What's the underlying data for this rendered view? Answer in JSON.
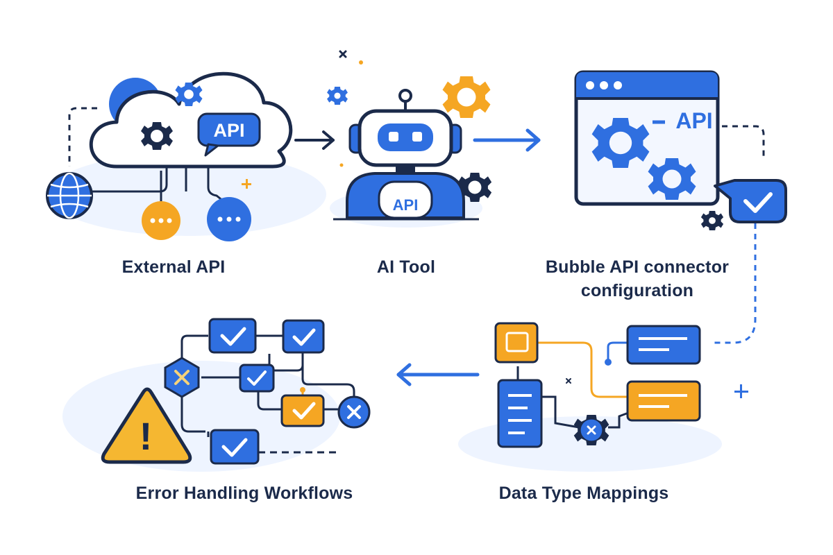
{
  "steps": {
    "external_api": {
      "label": "External API",
      "badge": "API"
    },
    "ai_tool": {
      "label": "AI Tool",
      "badge": "API"
    },
    "bubble_connector": {
      "label_line1": "Bubble API connector",
      "label_line2": "configuration",
      "badge": "API"
    },
    "data_type_mappings": {
      "label": "Data Type Mappings"
    },
    "error_handling": {
      "label": "Error Handling Workflows",
      "warning_symbol": "!"
    }
  },
  "colors": {
    "primary_blue": "#2f6fe0",
    "dark_navy": "#1b2a4a",
    "accent_orange": "#f5a623",
    "light_blue_fill": "#e6efff",
    "window_bg": "#f3f7ff"
  },
  "icons": [
    "cloud-icon",
    "gear-icon",
    "globe-icon",
    "chat-bubble-icon",
    "robot-icon",
    "browser-window-icon",
    "checkmark-icon",
    "warning-triangle-icon",
    "close-x-icon",
    "arrow-right-icon",
    "arrow-left-icon"
  ]
}
